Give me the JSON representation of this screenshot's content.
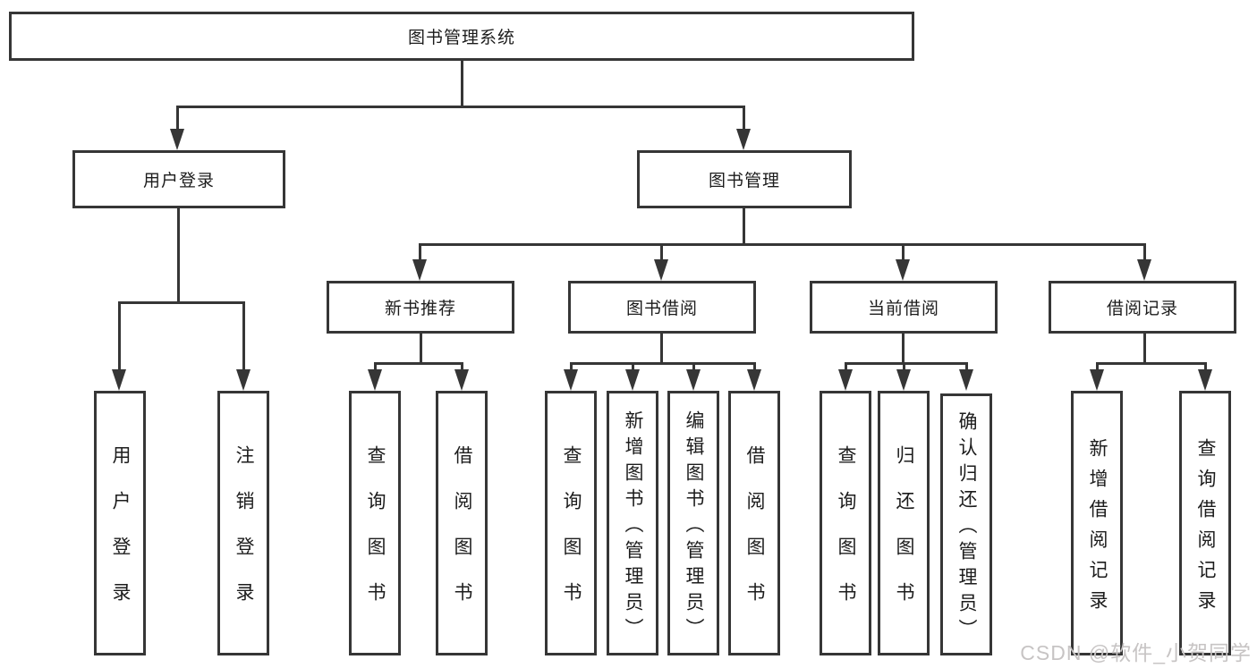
{
  "tree": {
    "root": "图书管理系统",
    "children": [
      {
        "label": "用户登录",
        "leaves": [
          "用户登录",
          "注销登录"
        ]
      },
      {
        "label": "图书管理",
        "children": [
          {
            "label": "新书推荐",
            "leaves": [
              "查询图书",
              "借阅图书"
            ]
          },
          {
            "label": "图书借阅",
            "leaves": [
              "查询图书",
              "新增图书（管理员）",
              "编辑图书（管理员）",
              "借阅图书"
            ]
          },
          {
            "label": "当前借阅",
            "leaves": [
              "查询图书",
              "归还图书",
              "确认归还（管理员）"
            ]
          },
          {
            "label": "借阅记录",
            "leaves": [
              "新增借阅记录",
              "查询借阅记录"
            ]
          }
        ]
      }
    ]
  },
  "watermark": "CSDN @软件_小贺同学",
  "colors": {
    "line": "#363636",
    "box_border": "#363636",
    "text": "#1c1c1c",
    "watermark": "#c7c4c4",
    "background": "#ffffff"
  }
}
